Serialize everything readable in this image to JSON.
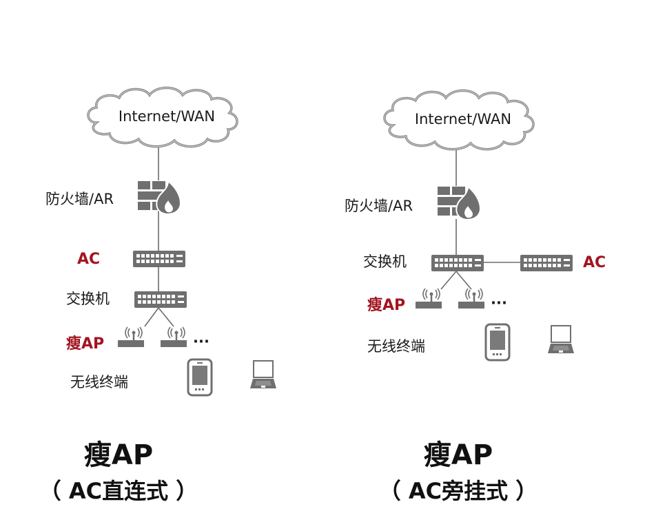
{
  "colors": {
    "device_gray": "#6f6f6f",
    "accent_red": "#a31420",
    "text": "#1a1a1a"
  },
  "diagrams": [
    {
      "cloud_label": "Internet/WAN",
      "firewall_label": "防火墙/AR",
      "ac_label": "AC",
      "switch_label": "交换机",
      "ap_label": "瘦AP",
      "ellipsis": "···",
      "terminal_label": "无线终端",
      "title": "瘦AP",
      "subtitle": "（ AC直连式 ）"
    },
    {
      "cloud_label": "Internet/WAN",
      "firewall_label": "防火墙/AR",
      "ac_label": "AC",
      "switch_label": "交换机",
      "ap_label": "瘦AP",
      "ellipsis": "···",
      "terminal_label": "无线终端",
      "title": "瘦AP",
      "subtitle": "（ AC旁挂式 ）"
    }
  ]
}
